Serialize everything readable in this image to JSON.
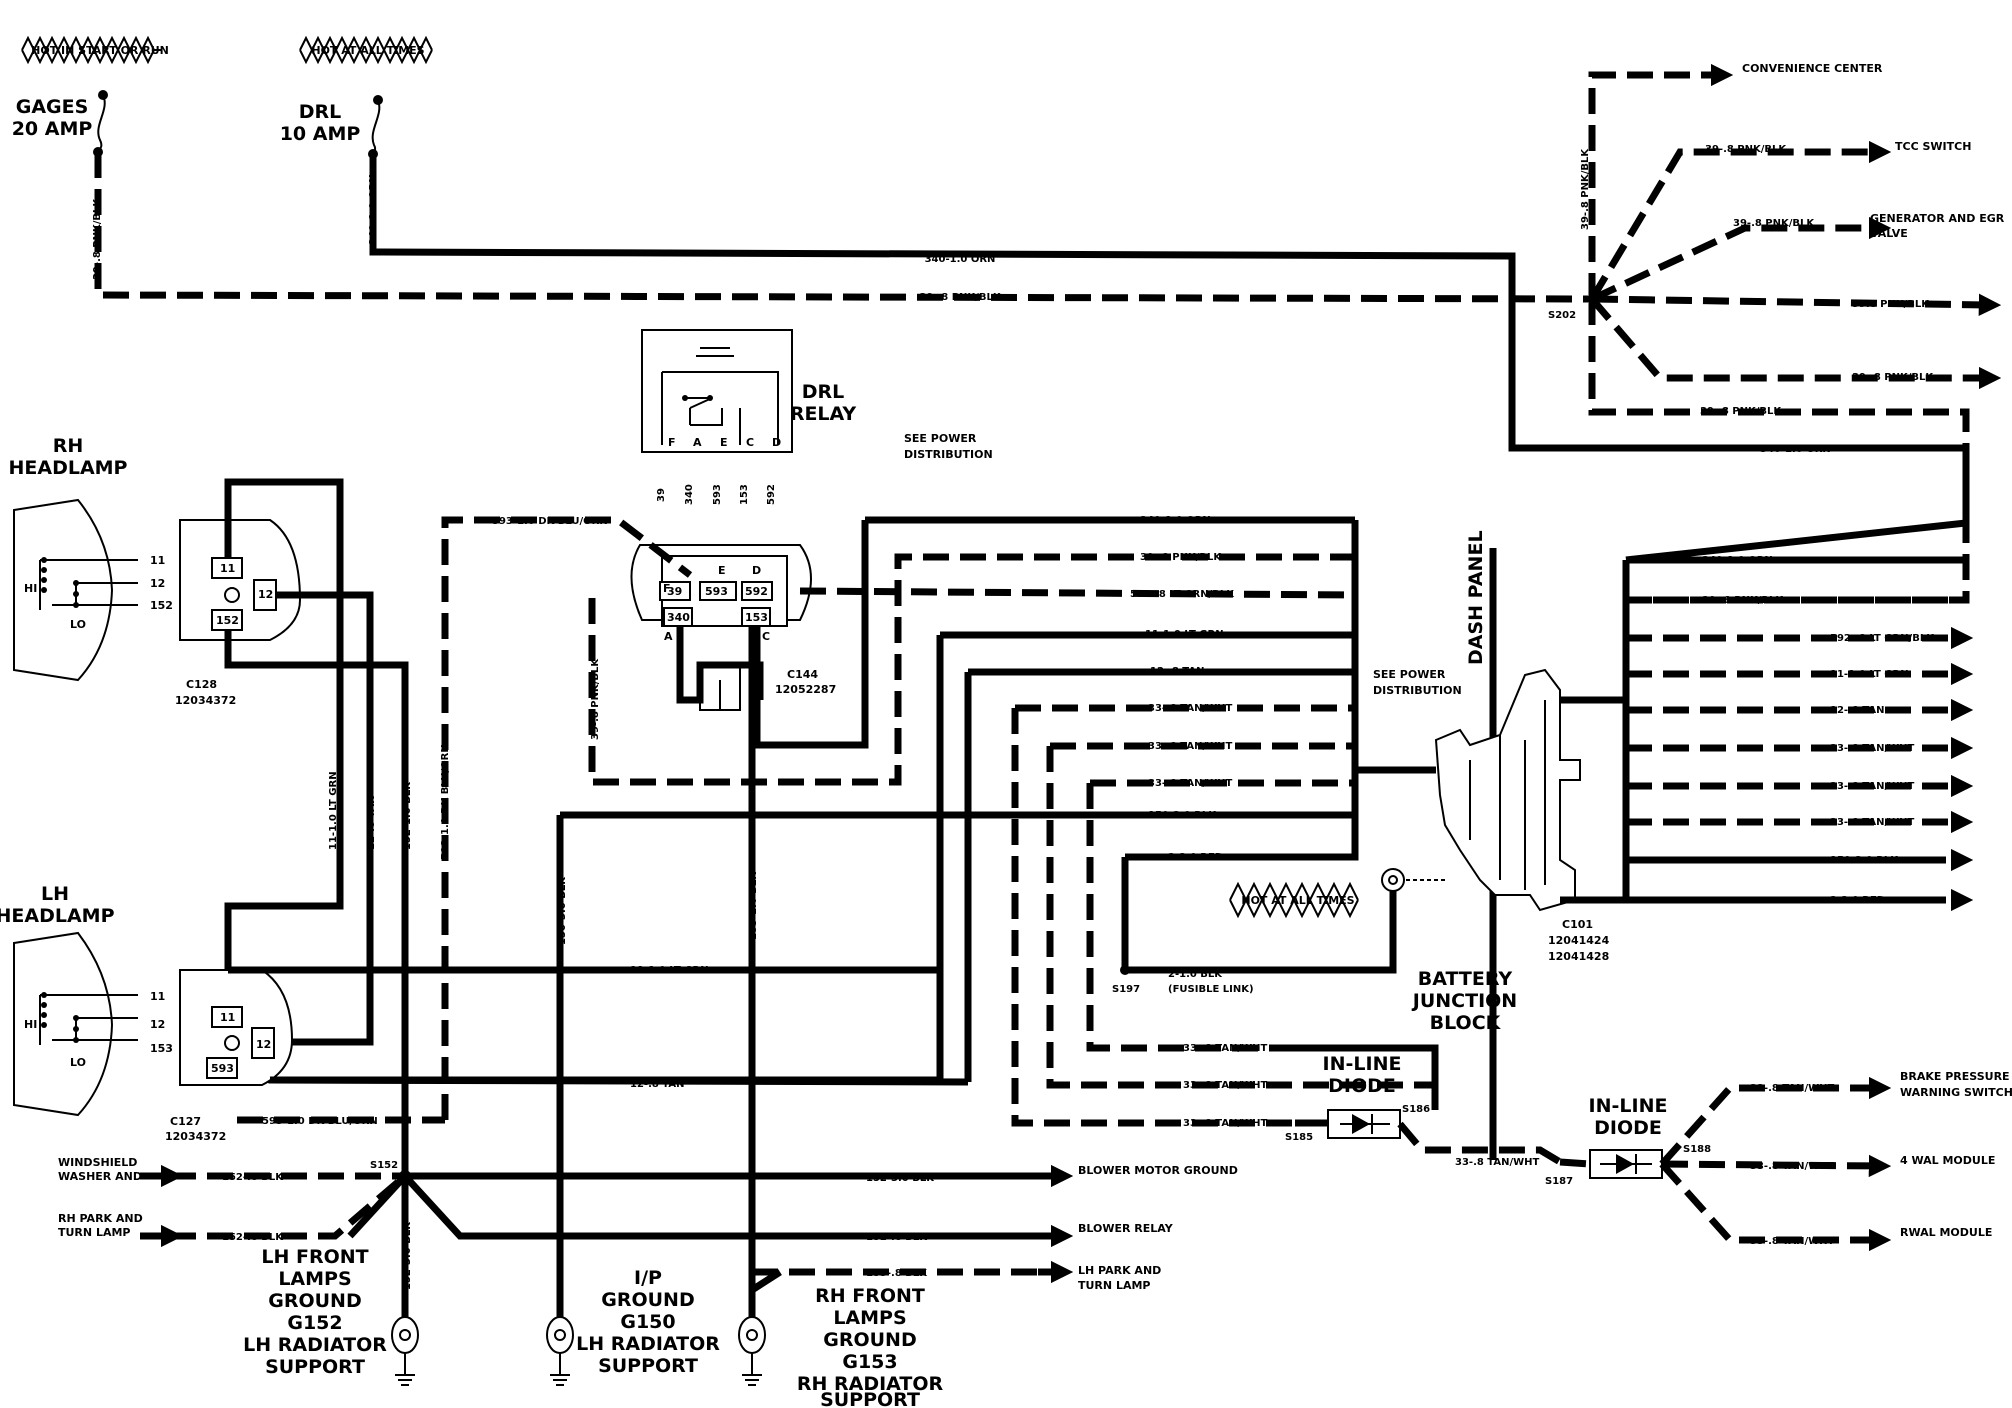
{
  "fuses": {
    "hot_start_run": "HOT IN START OR RUN",
    "hot_all_times": "HOT AT ALL TIMES",
    "gages": [
      "GAGES",
      "20 AMP"
    ],
    "drl": [
      "DRL",
      "10 AMP"
    ],
    "hot_all_times_2": "HOT AT ALL TIMES"
  },
  "components": {
    "rh_headlamp": [
      "RH",
      "HEADLAMP"
    ],
    "lh_headlamp": [
      "LH",
      "HEADLAMP"
    ],
    "drl_relay": [
      "DRL",
      "RELAY"
    ],
    "dash_panel": "DASH PANEL",
    "battery_junction_block": [
      "BATTERY",
      "JUNCTION",
      "BLOCK"
    ],
    "inline_diode_1": [
      "IN-LINE",
      "DIODE"
    ],
    "inline_diode_2": [
      "IN-LINE",
      "DIODE"
    ],
    "see_power_distribution_1": [
      "SEE POWER",
      "DISTRIBUTION"
    ],
    "see_power_distribution_2": [
      "SEE POWER",
      "DISTRIBUTION"
    ]
  },
  "headlamp_pins": {
    "hi": "HI",
    "lo": "LO",
    "rh_pins": [
      "11",
      "12",
      "152"
    ],
    "lh_pins": [
      "11",
      "12",
      "153"
    ]
  },
  "connectors": {
    "c128": [
      "C128",
      "12034372"
    ],
    "c127": [
      "C127",
      "12034372"
    ],
    "c144": [
      "C144",
      "12052287"
    ],
    "c101": [
      "C101",
      "12041424",
      "12041428"
    ],
    "rh_cavities": [
      "11",
      "12",
      "152"
    ],
    "lh_cavities": [
      "11",
      "12",
      "593"
    ],
    "c144_letters": [
      "F",
      "E",
      "D",
      "A",
      "C"
    ],
    "c144_cavities": [
      "39",
      "593",
      "592",
      "340",
      "153"
    ]
  },
  "relay": {
    "pin_letters": [
      "F",
      "A",
      "E",
      "C",
      "D"
    ],
    "pin_circuits": [
      "39",
      "340",
      "593",
      "153",
      "592"
    ]
  },
  "splices": {
    "s202": "S202",
    "s152": "S152",
    "s197": "S197",
    "s185": "S185",
    "s186": "S186",
    "s187": "S187",
    "s188": "S188"
  },
  "wire_labels": {
    "gages_vert": "39-.8 PNK/BLK",
    "drl_vert": "340-1.0 ORN",
    "top_orn": "340-1.0 ORN",
    "top_pnk": "39-.8 PNK/BLK",
    "s202_up": "39-.8 PNK/BLK",
    "tcc": "39-.8 PNK/BLK",
    "gen": "39-.8 PNK/BLK",
    "right_1": "39.8 PNK/BLK",
    "right_2": "39-.8 PNK/BLK",
    "right_3": "39-.8 PNK/BLK",
    "orn_mid": "340-1.0 ORN",
    "dk_blu_top": "593-1.0 DK BLU/ORN",
    "c144_orn": "340-1.0 ORN",
    "c144_pnk": "39-.8 PNK/BLK",
    "c144_lt_grn_blk": "592-.8 LT GRN/BLK",
    "c144_lt_grn": "11-1.0 LT GRN",
    "c144_tan": "12-.8 TAN",
    "tan_wht_1": "33-.8 TAN/WHT",
    "tan_wht_2": "33-.8 TAN/WHT",
    "tan_wht_3": "33-.8 TAN/WHT",
    "blk_150": "150-3.0 BLK",
    "red_2": "2-3.0 RED",
    "fusible_1": "2-1.0 BLK",
    "fusible_2": "(FUSIBLE LINK)",
    "pnk_blk_vert": "39-.8 PNK/BLK",
    "rh_grn_vert": "11-1.0 LT GRN",
    "rh_tan_vert": "12-.8 TAN",
    "rh_blk_vert": "152-1.0 BLK",
    "dk_blu_vert": "593-1.0 DK BLU/ORN",
    "blk_150_vert": "150-3.0 BLK",
    "blk_153_vert": "153-1.0 BLK",
    "blk_152_vert": "152-3.0 BLK",
    "lh_grn": "11-1.0 LT GRN",
    "lh_tan": "12-.8 TAN",
    "lh_dk_blu": "593-1.0 DK BLU/ORN",
    "wash_blk": "152-.8 BLK",
    "park_blk": "152-.8 BLK",
    "blower_gnd": "152-3.0 BLK",
    "blower_relay": "152-.8 BLK",
    "rh_park_blk": "153-.8 BLK",
    "diode_in_1": "33-.8 TAN/WHT",
    "diode_in_2": "33-.8 TAN/WHT",
    "diode_in_3": "33-.8 TAN/WHT",
    "diode_out": "33-.8 TAN/WHT",
    "brake": "33-.8 TAN/WHT",
    "wal4": "33-.8 TAN/WHT",
    "rwal": "33-.8 TAN/WHT",
    "c101_orn": "340-1.0 ORN",
    "c101_pnk": "39-.8 PNK/BLK",
    "c101_ltgrnblk": "592-.8 LT GRN/BLK",
    "c101_ltgrn": "11-1.0 LT GRN",
    "c101_tan": "12-.8 TAN",
    "c101_tw1": "33-.8 TAN/WHT",
    "c101_tw2": "33-.8 TAN/WHT",
    "c101_tw3": "33-.8 TAN/WHT",
    "c101_blk": "150-3.0 BLK",
    "c101_red": "2-3.0 RED"
  },
  "destinations": {
    "convenience_center": "CONVENIENCE CENTER",
    "tcc_switch": "TCC SWITCH",
    "generator": [
      "GENERATOR AND EGR",
      "VALVE"
    ],
    "windshield": [
      "WINDSHIELD",
      "WASHER AND"
    ],
    "rh_park": [
      "RH PARK AND",
      "TURN LAMP"
    ],
    "blower_motor_ground": "BLOWER MOTOR GROUND",
    "blower_relay": "BLOWER RELAY",
    "lh_park": [
      "LH PARK AND",
      "TURN LAMP"
    ],
    "brake_pressure": [
      "BRAKE PRESSURE",
      "WARNING SWITCH"
    ],
    "wal4_module": "4 WAL MODULE",
    "rwal_module": "RWAL MODULE"
  },
  "grounds": {
    "g152": [
      "LH FRONT",
      "LAMPS",
      "GROUND",
      "G152",
      "LH RADIATOR",
      "SUPPORT"
    ],
    "g150": [
      "I/P",
      "GROUND",
      "G150",
      "LH RADIATOR",
      "SUPPORT"
    ],
    "g153": [
      "RH FRONT",
      "LAMPS",
      "GROUND",
      "G153",
      "RH RADIATOR",
      "SUPPORT"
    ]
  }
}
